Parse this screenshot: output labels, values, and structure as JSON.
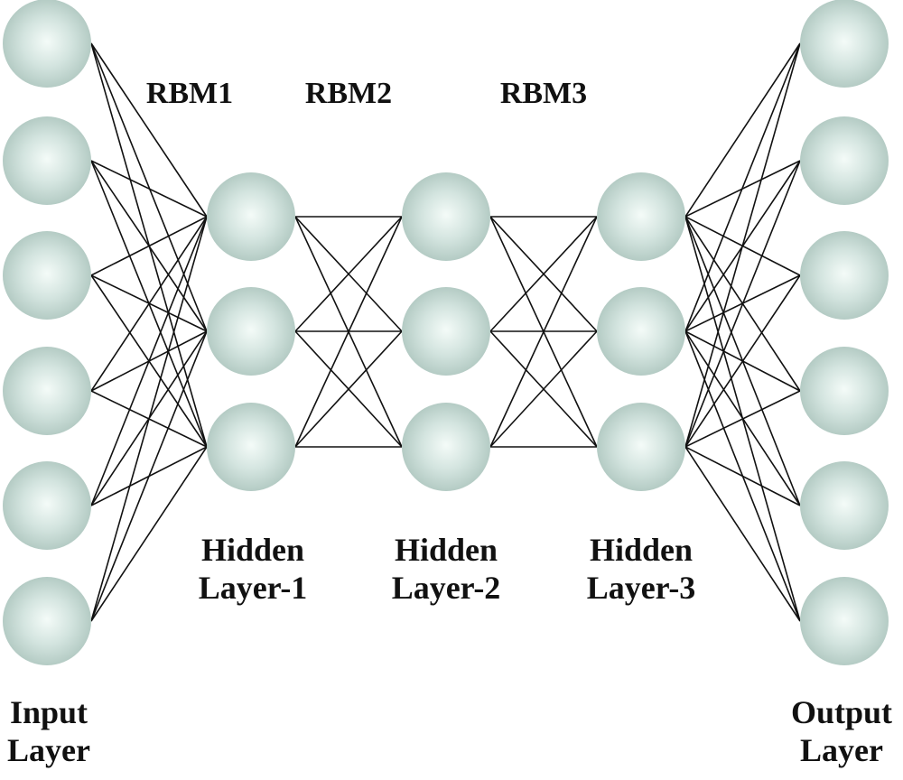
{
  "colors": {
    "node_fill_light": "#f4fbf8",
    "node_fill_mid": "#d3e4df",
    "node_fill_dark": "#b4cbc4",
    "edge": "#111111",
    "text": "#111111"
  },
  "network": {
    "layers": [
      {
        "name": "input",
        "nodes": 6
      },
      {
        "name": "hidden-1",
        "nodes": 3
      },
      {
        "name": "hidden-2",
        "nodes": 3
      },
      {
        "name": "hidden-3",
        "nodes": 3
      },
      {
        "name": "output",
        "nodes": 6
      }
    ]
  },
  "rbm_labels": [
    "RBM1",
    "RBM2",
    "RBM3"
  ],
  "layer_labels": {
    "input": {
      "line1": "Input",
      "line2": "Layer"
    },
    "hidden1": {
      "line1": "Hidden",
      "line2": "Layer-1"
    },
    "hidden2": {
      "line1": "Hidden",
      "line2": "Layer-2"
    },
    "hidden3": {
      "line1": "Hidden",
      "line2": "Layer-3"
    },
    "output": {
      "line1": "Output",
      "line2": "Layer"
    }
  }
}
